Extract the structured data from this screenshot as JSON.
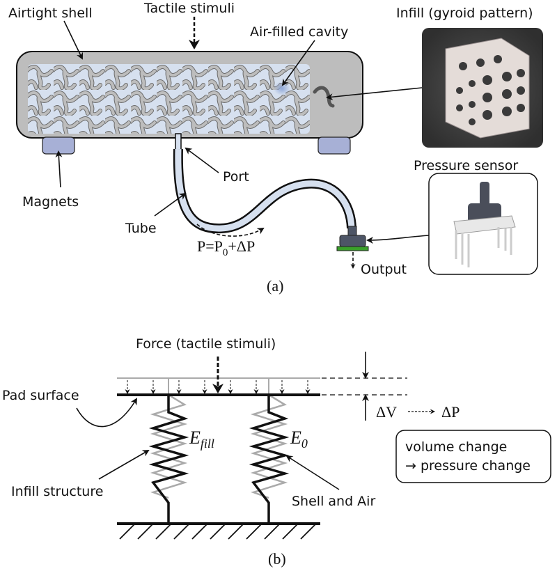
{
  "panel_a": {
    "caption": "(a)",
    "labels": {
      "airtight_shell": "Airtight shell",
      "tactile_stimuli": "Tactile stimuli",
      "air_filled_cavity": "Air-filled cavity",
      "infill": "Infill (gyroid pattern)",
      "magnets": "Magnets",
      "port": "Port",
      "tube": "Tube",
      "pressure_formula": "P=P",
      "pressure_sub": "0",
      "pressure_rest": "+ΔP",
      "pressure_sensor": "Pressure sensor",
      "output": "Output"
    },
    "images": {
      "infill_photo": "gyroid-infill-photo",
      "sensor_photo": "pressure-sensor-photo"
    }
  },
  "panel_b": {
    "caption": "(b)",
    "labels": {
      "force": "Force (tactile stimuli)",
      "pad_surface": "Pad surface",
      "e_fill": "E",
      "e_fill_sub": "fill",
      "e_zero": "E",
      "e_zero_sub": "0",
      "infill_structure": "Infill structure",
      "shell_and_air": "Shell and Air",
      "delta_v": "ΔV",
      "delta_p": "ΔP",
      "box_line1": "volume change",
      "box_line2": "→ pressure change"
    }
  },
  "colors": {
    "shell": "#bdbdbd",
    "cavity": "#d6e0ef",
    "magnet": "#a7b0d6",
    "sensor_body": "#4d5566",
    "sensor_base": "#3aa02a",
    "photo_bg": "#3d3d3d",
    "gyroid": "#e4dcd8"
  }
}
